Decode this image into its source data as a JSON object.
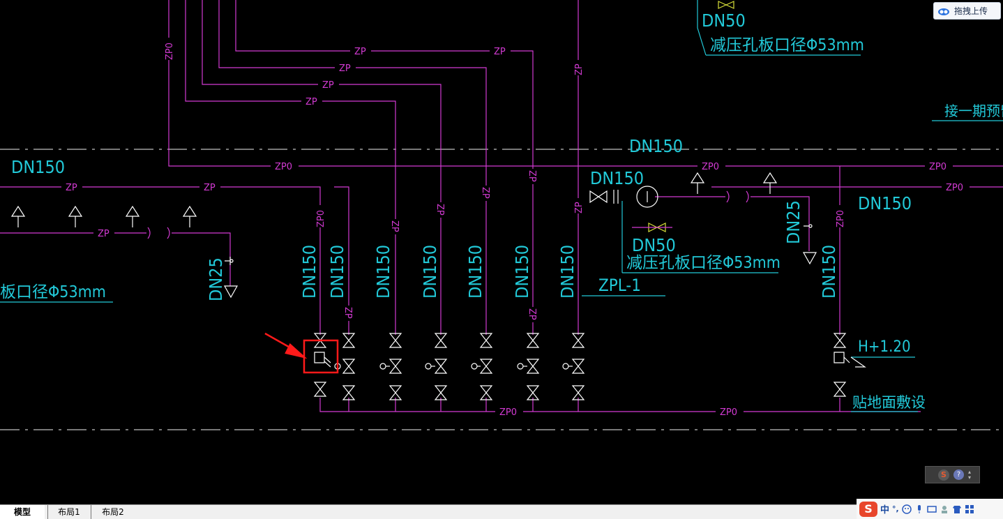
{
  "drawing": {
    "labels": {
      "dn150": "DN150",
      "dn50": "DN50",
      "dn25": "DN25",
      "zp": "ZP",
      "zp0": "ZP0",
      "zpl1": "ZPL-1",
      "h120": "H+1.20",
      "orifice": "减压孔板口径Φ53mm",
      "orifice_partial": "板口径Φ53mm",
      "reserve": "接一期预留",
      "floor": "贴地面敷设"
    },
    "colors": {
      "pipe": "#d23ad2",
      "label": "#22c9d8",
      "symbol": "#ffffff",
      "valve_open": "#e8e840",
      "highlight": "#ff1a1a",
      "background": "#000000"
    }
  },
  "overlay": {
    "upload_label": "拖拽上传",
    "upload_icon": "cloud-icon"
  },
  "tabs": [
    {
      "label": "模型",
      "active": true
    },
    {
      "label": "布局1",
      "active": false
    },
    {
      "label": "布局2",
      "active": false
    }
  ],
  "ime": {
    "logo": "S",
    "mode": "中",
    "punct": "°,",
    "icons": [
      "smiley-icon",
      "mic-icon",
      "keyboard-icon",
      "user-icon",
      "shirt-icon",
      "grid-icon"
    ]
  },
  "mini_ctrl": {
    "logo": "S",
    "help": "?"
  }
}
